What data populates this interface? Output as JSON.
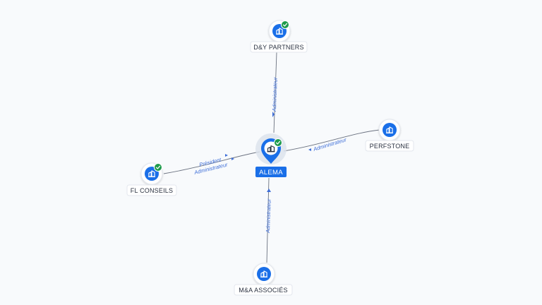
{
  "center": {
    "label": "ALEMA",
    "verified": true,
    "icon": "company-icon"
  },
  "nodes": {
    "dy_partners": {
      "label": "D&Y PARTNERS",
      "verified": true,
      "icon": "company-icon"
    },
    "perfstone": {
      "label": "PERFSTONE",
      "verified": false,
      "icon": "company-icon"
    },
    "fl_conseils": {
      "label": "FL CONSEILS",
      "verified": true,
      "icon": "company-icon"
    },
    "ma_associes": {
      "label": "M&A ASSOCIÉS",
      "verified": false,
      "icon": "company-icon"
    }
  },
  "edges": {
    "dy_partners": [
      "Administrateur"
    ],
    "perfstone": [
      "Administrateur"
    ],
    "fl_conseils": [
      "Président",
      "Administrateur"
    ],
    "ma_associes": [
      "Administrateur"
    ]
  },
  "colors": {
    "accent": "#1a6fe8",
    "verified": "#1e9b4c",
    "edge": "#6b7280",
    "edge_label": "#3f6fd8"
  }
}
